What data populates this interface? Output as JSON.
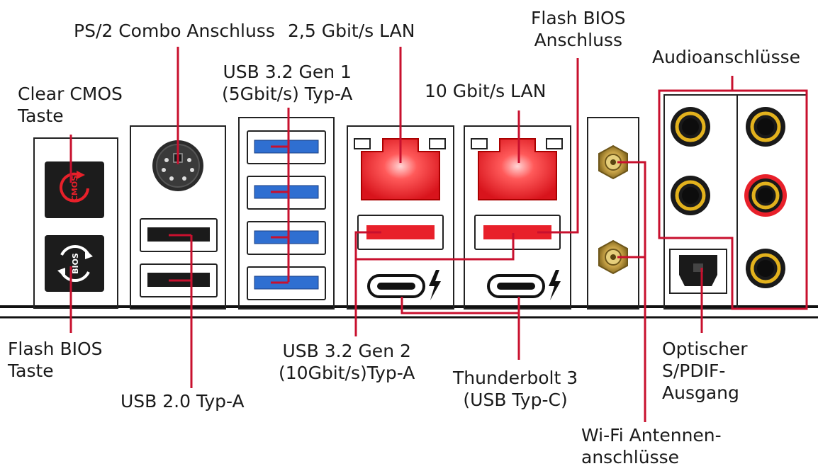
{
  "labels": {
    "clear_cmos": [
      "Clear CMOS",
      "Taste"
    ],
    "ps2": [
      "PS/2 Combo Anschluss"
    ],
    "lan_25": [
      "2,5 Gbit/s LAN"
    ],
    "usb32g1": [
      "USB 3.2 Gen 1",
      "(5Gbit/s) Typ-A"
    ],
    "flash_bios_port": [
      "Flash BIOS",
      "Anschluss"
    ],
    "lan_10": [
      "10 Gbit/s LAN"
    ],
    "audio": [
      "Audioanschlüsse"
    ],
    "flash_bios_button": [
      "Flash BIOS",
      "Taste"
    ],
    "usb20": [
      "USB 2.0 Typ-A"
    ],
    "usb32g2": [
      "USB 3.2 Gen 2",
      "(10Gbit/s)Typ-A"
    ],
    "thunderbolt": [
      "Thunderbolt 3",
      "(USB Typ-C)"
    ],
    "optical": [
      "Optischer",
      "S/PDIF-",
      "Ausgang"
    ],
    "wifi": [
      "Wi-Fi Antennen-",
      "anschlüsse"
    ]
  },
  "button_glyphs": {
    "cmos": "CMOS",
    "bios": "BIOS"
  },
  "colors": {
    "leader_line": "#c8102e",
    "lan_red": "#e8202a",
    "usb3_blue": "#2f6fd1",
    "usb2_black": "#1a1a1a",
    "audio_gold": "#e3b21d",
    "antenna_gold": "#c7a24b",
    "panel_line": "#111111"
  },
  "icons": [
    "cmos-reset-icon",
    "bios-refresh-icon",
    "ps2-port-icon",
    "rj45-port-icon",
    "thunderbolt-icon",
    "antenna-connector-icon",
    "audio-jack-icon",
    "toslink-icon"
  ]
}
